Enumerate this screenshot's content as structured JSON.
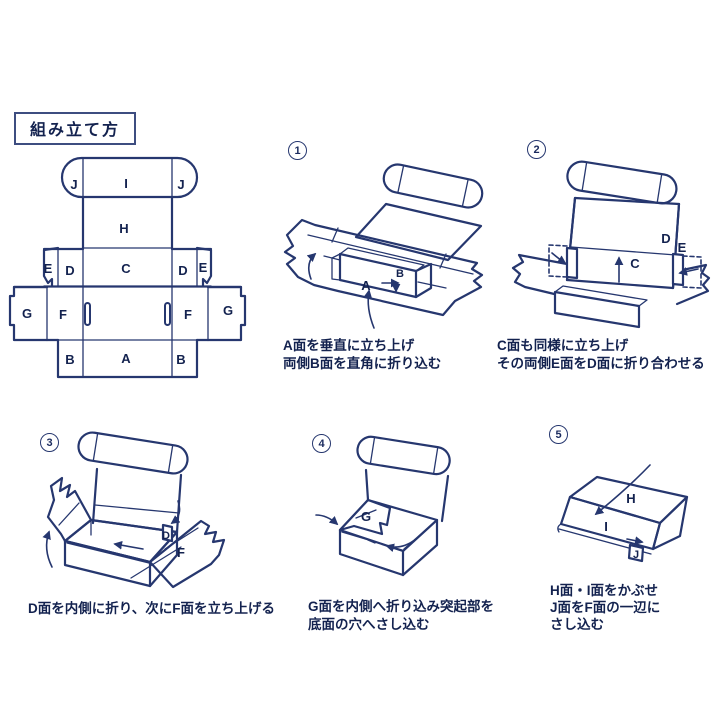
{
  "title": "組み立て方",
  "colors": {
    "ink": "#26376f",
    "text": "#13224f",
    "background": "#ffffff"
  },
  "template": {
    "labels": {
      "j_left": "J",
      "i": "I",
      "j_right": "J",
      "h": "H",
      "e_left": "E",
      "d_left": "D",
      "c": "C",
      "d_right": "D",
      "e_right": "E",
      "g_left": "G",
      "f_left": "F",
      "f_right": "F",
      "g_right": "G",
      "b_left": "B",
      "a": "A",
      "b_right": "B"
    }
  },
  "steps": [
    {
      "number": "1",
      "labels": {
        "a": "A",
        "b": "B"
      },
      "caption": [
        "A面を垂直に立ち上げ",
        "両側B面を直角に折り込む"
      ]
    },
    {
      "number": "2",
      "labels": {
        "d": "D",
        "e": "E",
        "c": "C"
      },
      "caption": [
        "C面も同様に立ち上げ",
        "その両側E面をD面に折り合わせる"
      ]
    },
    {
      "number": "3",
      "labels": {
        "d": "D",
        "f": "F"
      },
      "caption": [
        "D面を内側に折り、次にF面を立ち上げる"
      ]
    },
    {
      "number": "4",
      "labels": {
        "g": "G"
      },
      "caption": [
        "G面を内側へ折り込み突起部を",
        "底面の穴へさし込む"
      ]
    },
    {
      "number": "5",
      "labels": {
        "h": "H",
        "i": "I",
        "j": "J"
      },
      "caption": [
        "H面・I面をかぶせ",
        "J面をF面の一辺に",
        "さし込む"
      ]
    }
  ]
}
